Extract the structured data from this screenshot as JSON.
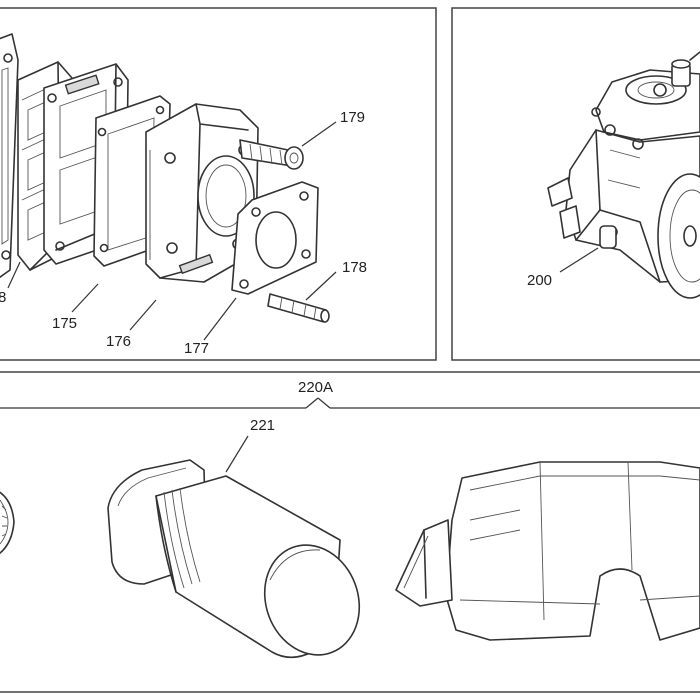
{
  "callouts": {
    "p178_left": "8",
    "p175": "175",
    "p176": "176",
    "p177": "177",
    "p178": "178",
    "p179": "179",
    "p200": "200",
    "p220a": "220A",
    "p221": "221"
  }
}
